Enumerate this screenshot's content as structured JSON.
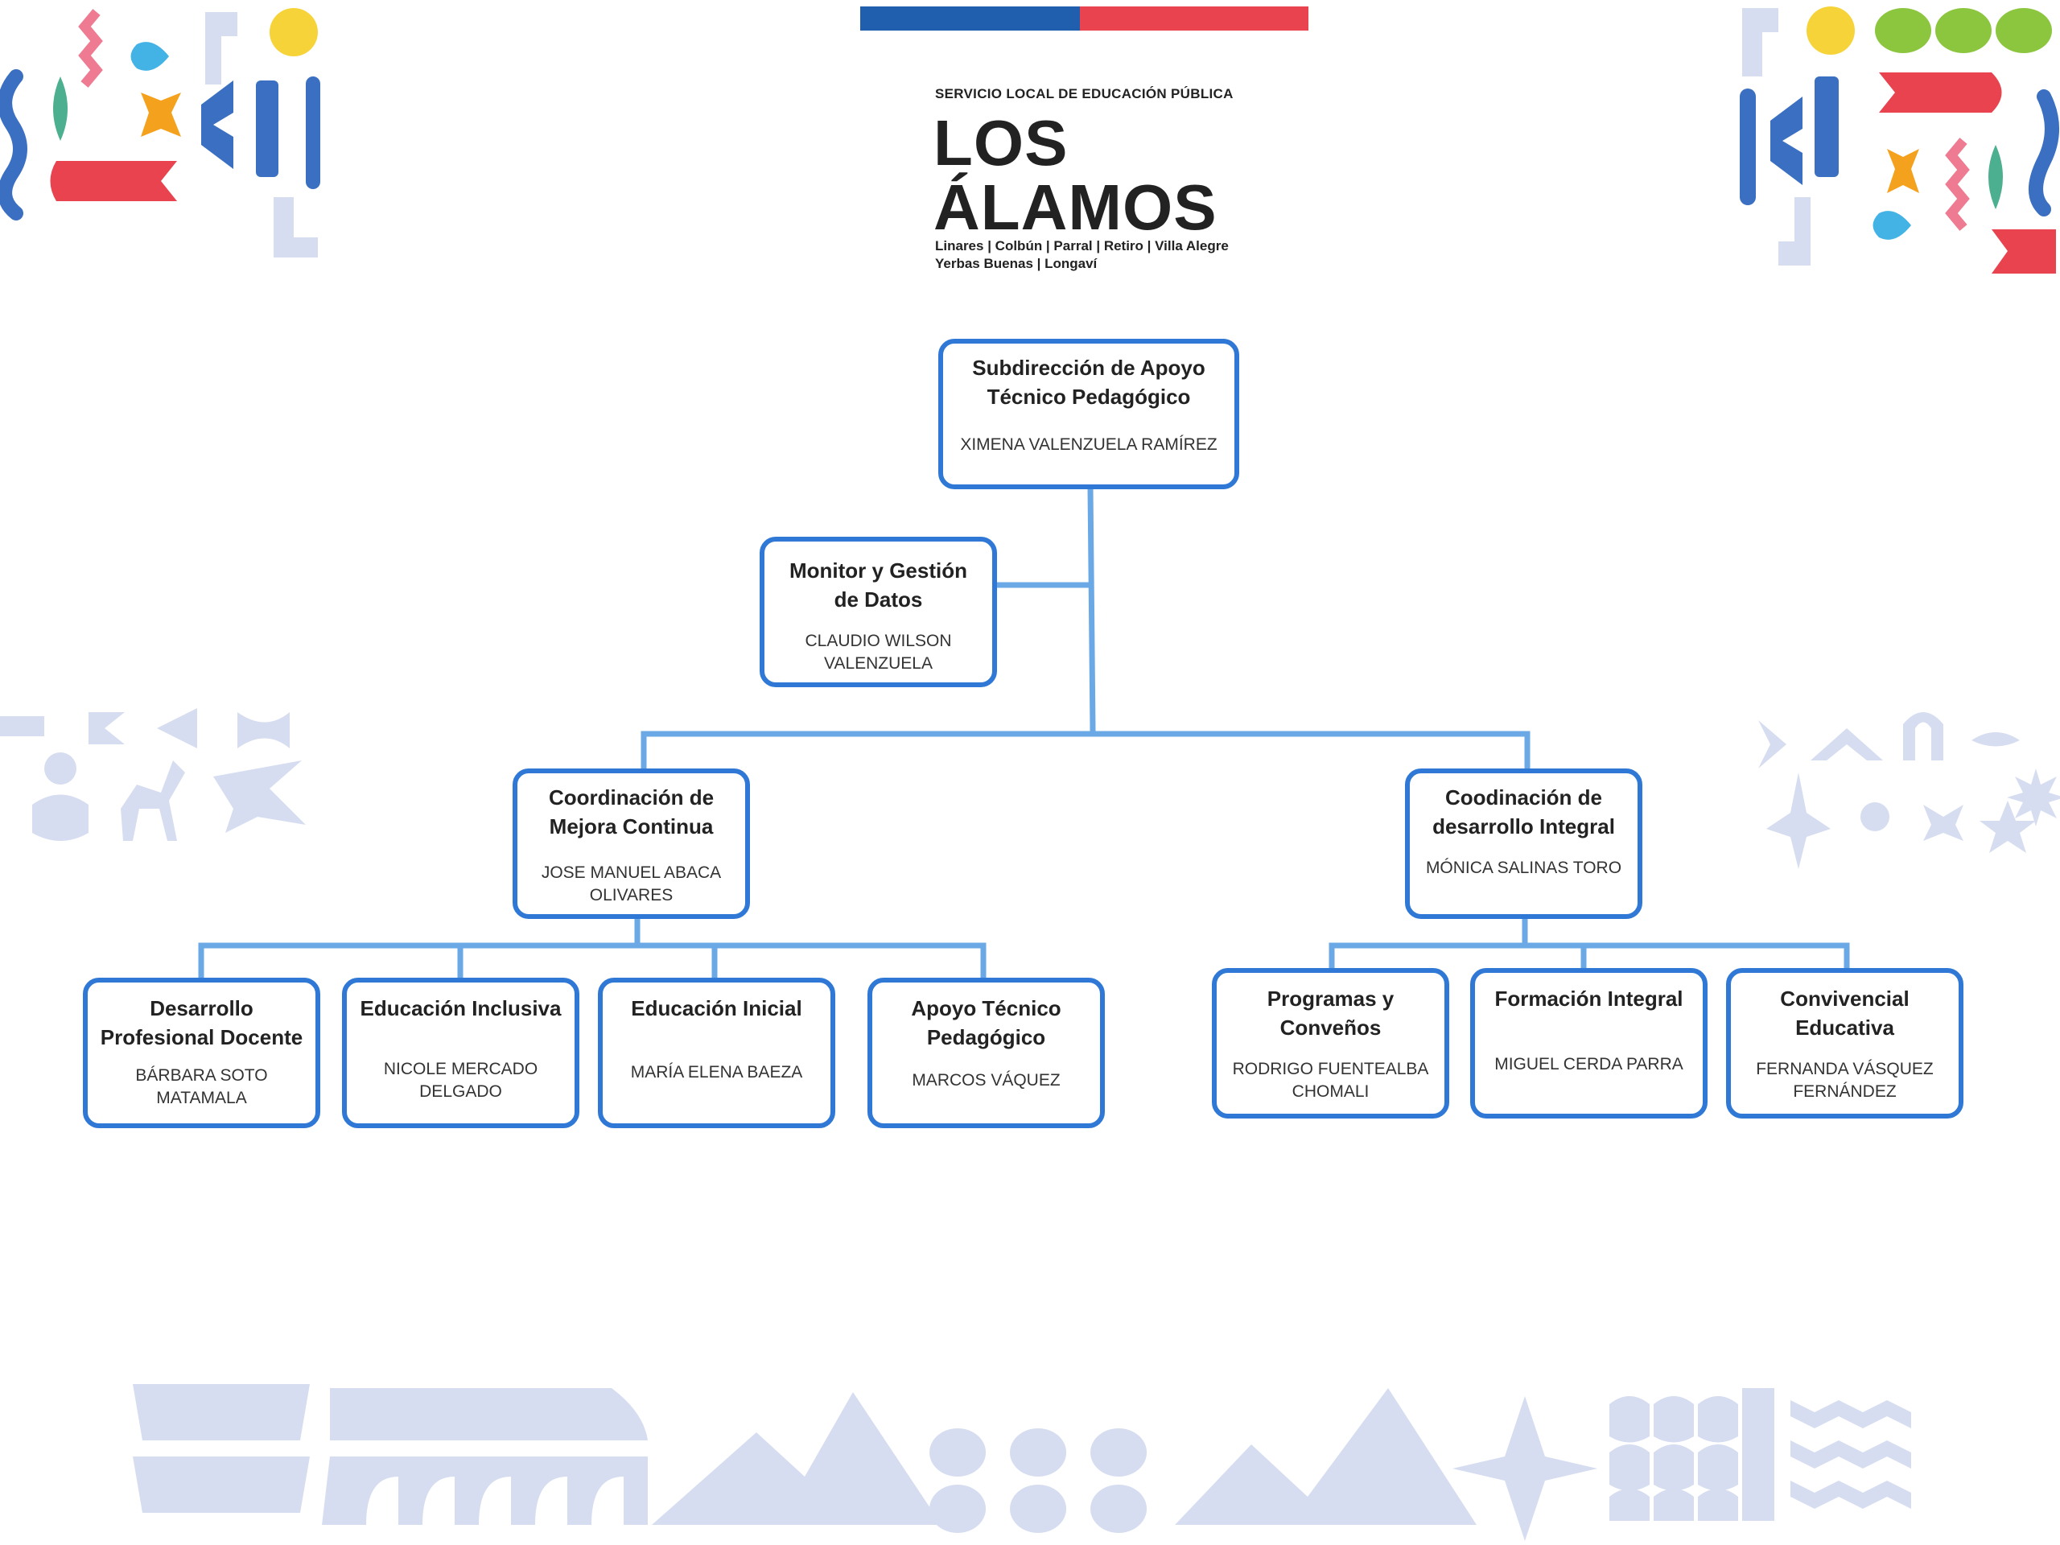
{
  "header": {
    "service_label": "SERVICIO LOCAL DE EDUCACIÓN PÚBLICA",
    "brand_line1": "LOS",
    "brand_line2": "ÁLAMOS",
    "communes_line1": "Linares | Colbún | Parral | Retiro | Villa Alegre",
    "communes_line2": "Yerbas Buenas | Longaví",
    "flag_colors": {
      "blue": "#1f5fad",
      "red": "#e8434e"
    }
  },
  "colors": {
    "node_border": "#2f78d6",
    "connector": "#6ba9e6",
    "decoration_light": "#d6ddf0"
  },
  "org_chart": {
    "root": {
      "title": "Subdirección de Apoyo Técnico Pedagógico",
      "person": "XIMENA  VALENZUELA RAMÍREZ"
    },
    "monitor": {
      "title": "Monitor y Gestión de Datos",
      "person": "CLAUDIO WILSON VALENZUELA"
    },
    "coord_left": {
      "title": "Coordinación de Mejora Continua",
      "person": "JOSE MANUEL ABACA OLIVARES"
    },
    "coord_right": {
      "title": "Coodinación de desarrollo Integral",
      "person": "MÓNICA SALINAS TORO"
    },
    "left_children": [
      {
        "title": "Desarrollo Profesional Docente",
        "person": "BÁRBARA SOTO MATAMALA"
      },
      {
        "title": "Educación Inclusiva",
        "person": "NICOLE MERCADO DELGADO"
      },
      {
        "title": "Educación Inicial",
        "person": "MARÍA ELENA BAEZA"
      },
      {
        "title": "Apoyo Técnico Pedagógico",
        "person": "MARCOS VÁQUEZ"
      }
    ],
    "right_children": [
      {
        "title": "Programas y Conveños",
        "person": "RODRIGO FUENTEALBA CHOMALI"
      },
      {
        "title": "Formación Integral",
        "person": "MIGUEL CERDA PARRA"
      },
      {
        "title": "Convivencial Educativa",
        "person": "FERNANDA VÁSQUEZ FERNÁNDEZ"
      }
    ]
  }
}
